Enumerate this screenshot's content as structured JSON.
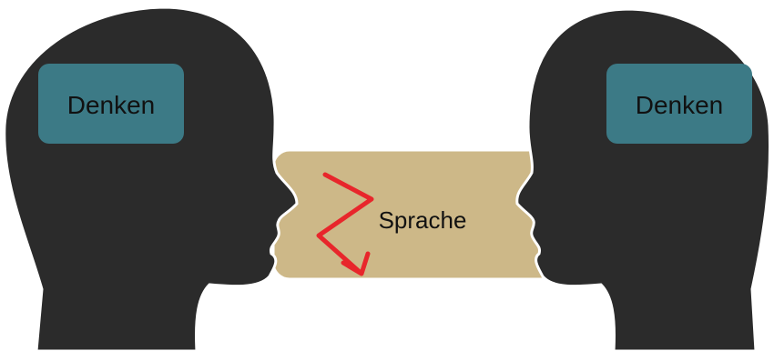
{
  "diagram": {
    "left_person": {
      "thought_label": "Denken",
      "thought_box_color": "#3c7a86"
    },
    "right_person": {
      "thought_label": "Denken",
      "thought_box_color": "#3c7a86"
    },
    "channel": {
      "label": "Sprache",
      "fill_color": "#cdb888"
    },
    "head_color": "#2b2b2b",
    "arrow_color": "#e8262b",
    "background": "#ffffff"
  }
}
